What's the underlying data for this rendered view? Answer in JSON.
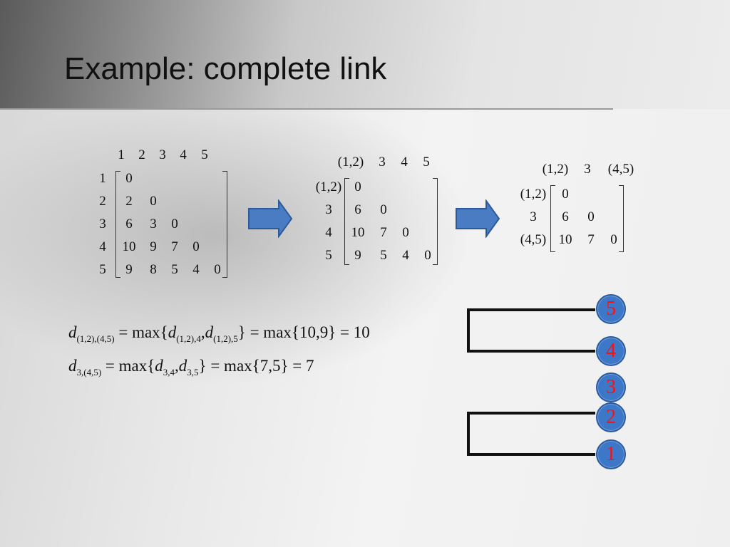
{
  "slide": {
    "title": "Example: complete link"
  },
  "matrix1": {
    "col_headers": [
      "1",
      "2",
      "3",
      "4",
      "5"
    ],
    "row_headers": [
      "1",
      "2",
      "3",
      "4",
      "5"
    ],
    "rows": [
      [
        "0"
      ],
      [
        "2",
        "0"
      ],
      [
        "6",
        "3",
        "0"
      ],
      [
        "10",
        "9",
        "7",
        "0"
      ],
      [
        "9",
        "8",
        "5",
        "4",
        "0"
      ]
    ]
  },
  "matrix2": {
    "col_headers": [
      "(1,2)",
      "3",
      "4",
      "5"
    ],
    "row_headers": [
      "(1,2)",
      "3",
      "4",
      "5"
    ],
    "rows": [
      [
        "0"
      ],
      [
        "6",
        "0"
      ],
      [
        "10",
        "7",
        "0"
      ],
      [
        "9",
        "5",
        "4",
        "0"
      ]
    ]
  },
  "matrix3": {
    "col_headers": [
      "(1,2)",
      "3",
      "(4,5)"
    ],
    "row_headers": [
      "(1,2)",
      "3",
      "(4,5)"
    ],
    "rows": [
      [
        "0"
      ],
      [
        "6",
        "0"
      ],
      [
        "10",
        "7",
        "0"
      ]
    ]
  },
  "formula1": {
    "d": "d",
    "sub_lhs": "(1,2),(4,5)",
    "eq": "=",
    "max": "max{",
    "sub_a": "(1,2),4",
    "sep": ",",
    "sub_b": "(1,2),5",
    "rest": "} = max{10,9} = 10"
  },
  "formula2": {
    "d": "d",
    "sub_lhs": "3,(4,5)",
    "eq": "=",
    "max": "max{",
    "sub_a": "3,4",
    "sep": ",",
    "sub_b": "3,5",
    "rest": "} = max{7,5} = 7"
  },
  "dendrogram": {
    "leaves": [
      "5",
      "4",
      "3",
      "2",
      "1"
    ],
    "colors": {
      "leaf_fill": "#3d78c8",
      "leaf_text": "#ff1010",
      "arrow_fill": "#4a7cc4"
    }
  }
}
